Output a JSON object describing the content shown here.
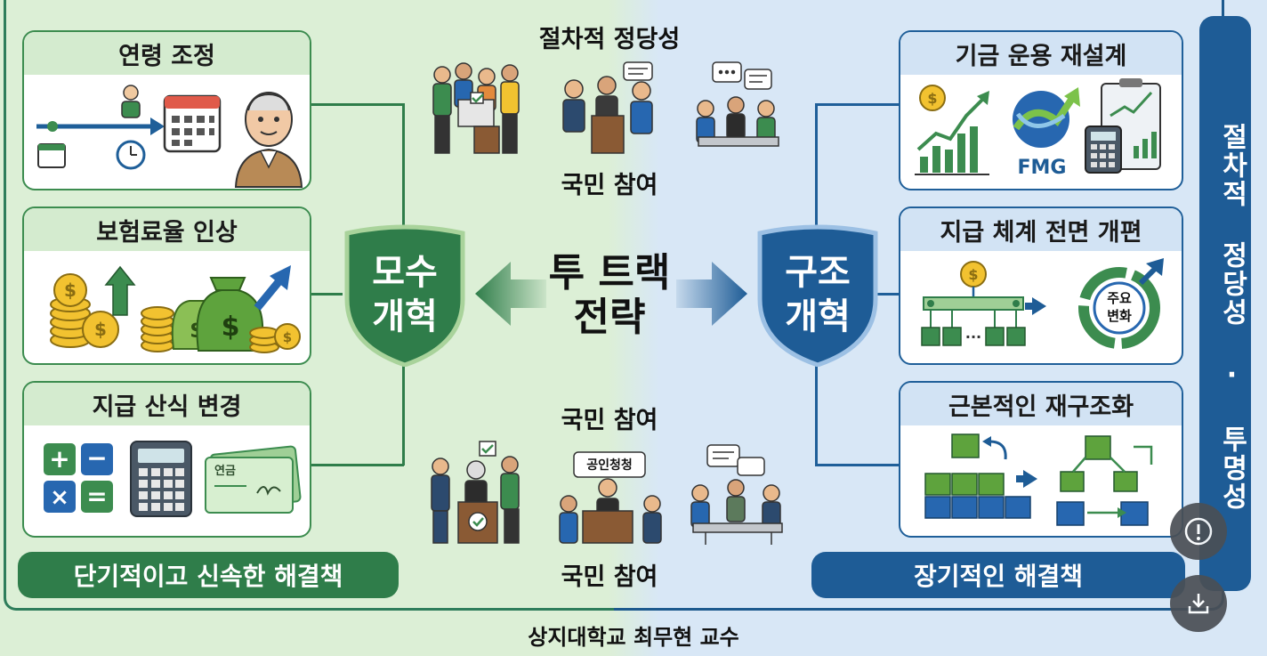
{
  "center": {
    "line1": "투 트랙",
    "line2": "전략"
  },
  "left_shield": {
    "line1": "모수",
    "line2": "개혁"
  },
  "right_shield": {
    "line1": "구조",
    "line2": "개혁"
  },
  "top_heading": "절차적 정당성",
  "participation_labels": [
    "국민 참여",
    "국민 참여",
    "국민 참여"
  ],
  "left_cards": [
    {
      "title": "연령 조정"
    },
    {
      "title": "보험료율 인상"
    },
    {
      "title": "지급 산식 변경",
      "check_label": "연금"
    }
  ],
  "right_cards": [
    {
      "title": "기금 운용 재설계",
      "logo_text": "FMG"
    },
    {
      "title": "지급 체계 전면 개편",
      "circle_text_1": "주요",
      "circle_text_2": "변화"
    },
    {
      "title": "근본적인 재구조화"
    }
  ],
  "hearing_sign": "공인청청",
  "left_pill": "단기적이고 신속한 해결책",
  "right_pill": "장기적인 해결책",
  "side_banner": "절차적 정당성 · 투명성",
  "footer": "상지대학교 최무현 교수",
  "icons": [
    "info-icon",
    "download-icon"
  ],
  "colors": {
    "green": "#2f7d4a",
    "blue": "#1e5c96",
    "green_soft": "#dcefd6",
    "blue_soft": "#d8e7f6"
  }
}
